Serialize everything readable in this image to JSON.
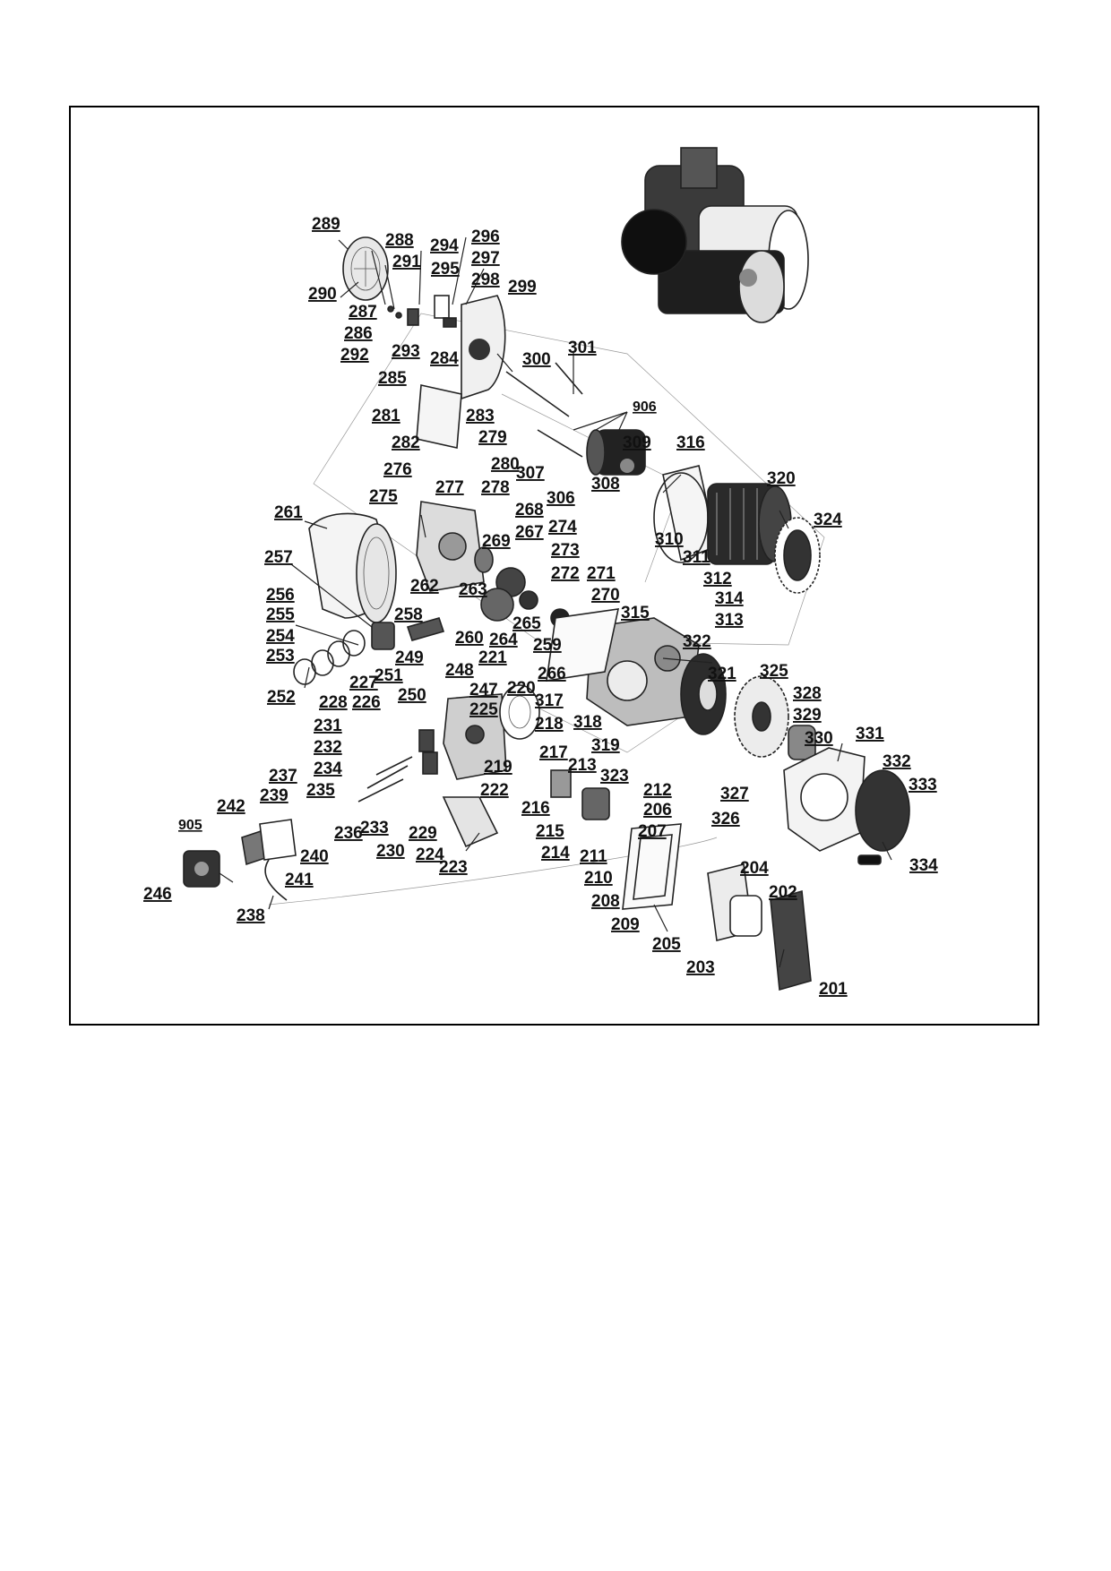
{
  "labels": {
    "l201": "201",
    "l202": "202",
    "l203": "203",
    "l204": "204",
    "l205": "205",
    "l206": "206",
    "l207": "207",
    "l208": "208",
    "l209": "209",
    "l210": "210",
    "l211": "211",
    "l212": "212",
    "l213": "213",
    "l214": "214",
    "l215": "215",
    "l216": "216",
    "l217": "217",
    "l218": "218",
    "l219": "219",
    "l220": "220",
    "l221": "221",
    "l222": "222",
    "l223": "223",
    "l224": "224",
    "l225": "225",
    "l226": "226",
    "l227": "227",
    "l228": "228",
    "l229": "229",
    "l230": "230",
    "l231": "231",
    "l232": "232",
    "l233": "233",
    "l234": "234",
    "l235": "235",
    "l236": "236",
    "l237": "237",
    "l238": "238",
    "l239": "239",
    "l240": "240",
    "l241": "241",
    "l242": "242",
    "l246": "246",
    "l247": "247",
    "l248": "248",
    "l249": "249",
    "l250": "250",
    "l251": "251",
    "l252": "252",
    "l253": "253",
    "l254": "254",
    "l255": "255",
    "l256": "256",
    "l257": "257",
    "l258": "258",
    "l259": "259",
    "l260": "260",
    "l261": "261",
    "l262": "262",
    "l263": "263",
    "l264": "264",
    "l265": "265",
    "l266": "266",
    "l267": "267",
    "l268": "268",
    "l269": "269",
    "l270": "270",
    "l271": "271",
    "l272": "272",
    "l273": "273",
    "l274": "274",
    "l275": "275",
    "l276": "276",
    "l277": "277",
    "l278": "278",
    "l279": "279",
    "l280": "280",
    "l281": "281",
    "l282": "282",
    "l283": "283",
    "l284": "284",
    "l285": "285",
    "l286": "286",
    "l287": "287",
    "l288": "288",
    "l289": "289",
    "l290": "290",
    "l291": "291",
    "l292": "292",
    "l293": "293",
    "l294": "294",
    "l295": "295",
    "l296": "296",
    "l297": "297",
    "l298": "298",
    "l299": "299",
    "l300": "300",
    "l301": "301",
    "l306": "306",
    "l307": "307",
    "l308": "308",
    "l309": "309",
    "l310": "310",
    "l311": "311",
    "l312": "312",
    "l313": "313",
    "l314": "314",
    "l315": "315",
    "l316": "316",
    "l317": "317",
    "l318": "318",
    "l319": "319",
    "l320": "320",
    "l321": "321",
    "l322": "322",
    "l323": "323",
    "l324": "324",
    "l325": "325",
    "l326": "326",
    "l327": "327",
    "l328": "328",
    "l329": "329",
    "l330": "330",
    "l331": "331",
    "l332": "332",
    "l333": "333",
    "l334": "334",
    "l905": "905",
    "l906": "906"
  }
}
